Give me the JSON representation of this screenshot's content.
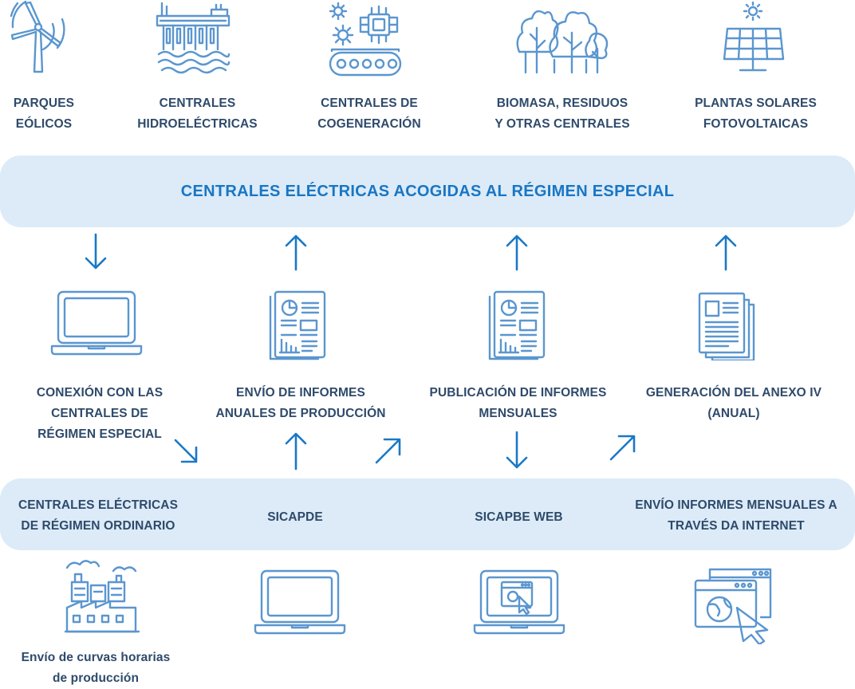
{
  "top_sources": [
    {
      "line1": "PARQUES",
      "line2": "EÓLICOS",
      "icon": "wind-turbine-icon"
    },
    {
      "line1": "CENTRALES",
      "line2": "HIDROELÉCTRICAS",
      "icon": "hydroelectric-dam-icon"
    },
    {
      "line1": "CENTRALES DE",
      "line2": "COGENERACIÓN",
      "icon": "gears-conveyor-icon"
    },
    {
      "line1": "BIOMASA, RESIDUOS",
      "line2": "Y OTRAS CENTRALES",
      "icon": "trees-icon"
    },
    {
      "line1": "PLANTAS SOLARES",
      "line2": "FOTOVOLTAICAS",
      "icon": "solar-panel-icon"
    }
  ],
  "top_band": {
    "title": "CENTRALES ELÉCTRICAS  ACOGIDAS AL RÉGIMEN ESPECIAL"
  },
  "middle_steps": [
    {
      "line1": "CONEXIÓN CON LAS",
      "line2": "CENTRALES DE",
      "line3": "RÉGIMEN ESPECIAL",
      "icon": "laptop-icon"
    },
    {
      "line1": "ENVÍO DE INFORMES",
      "line2": "ANUALES DE PRODUCCIÓN",
      "icon": "report-document-icon"
    },
    {
      "line1": "PUBLICACIÓN DE INFORMES",
      "line2": "MENSUALES",
      "icon": "report-document-icon"
    },
    {
      "line1": "GENERACIÓN DEL ANEXO IV",
      "line2": "(ANUAL)",
      "icon": "stacked-documents-icon"
    }
  ],
  "bottom_band": {
    "items": [
      {
        "line1": "CENTRALES ELÉCTRICAS",
        "line2": "DE RÉGIMEN ORDINARIO"
      },
      {
        "line1": "SICAPDE"
      },
      {
        "line1": "SICAPBE WEB"
      },
      {
        "line1": "ENVÍO INFORMES MENSUALES A",
        "line2": "TRAVÉS DA INTERNET"
      }
    ]
  },
  "bottom_icons": [
    {
      "icon": "factory-icon",
      "caption_line1": "Envío de curvas horarias",
      "caption_line2": "de producción"
    },
    {
      "icon": "laptop-icon"
    },
    {
      "icon": "laptop-web-app-icon"
    },
    {
      "icon": "web-browser-globe-icon"
    }
  ],
  "colors": {
    "icon": "#5a96cf",
    "arrow": "#1a78c6",
    "band": "#dcebf7",
    "band_title": "#1976c4",
    "text": "#2e4a6b"
  }
}
